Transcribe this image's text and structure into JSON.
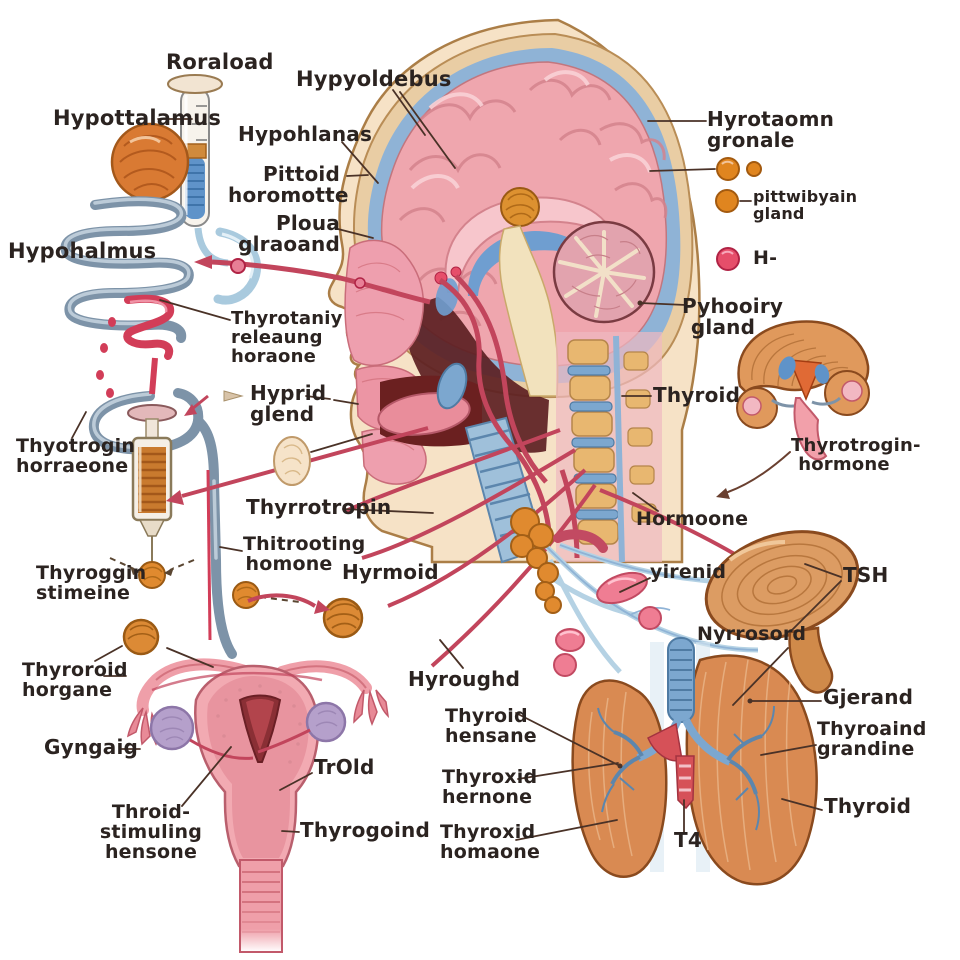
{
  "figure": {
    "kind": "anatomical-diagram",
    "subject": "hypothalamus-pituitary-thyroid axis (AI-generated, garbled labels)",
    "background": "#ffffff"
  },
  "labels": {
    "roraload": "Roraload",
    "hypottalamus": "Hypottalamus",
    "hypohalmus": "Hypohalmus",
    "hypyoldebus": "Hypyoldebus",
    "hypohlanas": "Hypohlanas",
    "pittoid_horomotte": "Pittoid\nhoromotte",
    "ploua_glraoand": "Ploua\nglraoand",
    "hyrotaomn_gronale": "Hyrotaomn\ngronale",
    "pittwibyain_gland": "pittwibyain\ngland",
    "h_dash": "H-",
    "thyrotaniy_releaung_horaone": "Thyrotaniy\nreleaung\nhoraone",
    "hyprid_glend": "Hyprid\nglend",
    "thyotrogin_horraeone": "Thyotrogin\nhorraeone",
    "thyroggin_stimeine": "Thyroggin\nstimeine",
    "thyrrotropin": "Thyrrotropin",
    "thitrooting_homone": "Thitrooting\nhomone",
    "hyrmoid": "Hyrmoid",
    "pyhooiry_gland": "Pyhooiry\ngland",
    "thyroid_neck": "Thyroid",
    "thyrotrogin_hormone": "Thyrotrogin-\nhormone",
    "hormoone": "Hormoone",
    "yirenid": "yirenid",
    "tsh": "TSH",
    "nyrrosord": "Nyrrosord",
    "thyroroid_horgane": "Thyroroid\nhorgane",
    "gyngaig": "Gyngaig",
    "throid_stimuling_hensone": "Throid-stimuling\nhensone",
    "trold": "TrOld",
    "thyrogoind": "Thyrogoind",
    "hyroughd": "Hyroughd",
    "thyroid_hensane": "Thyroid\nhensane",
    "thyroxid_hernone": "Thyroxid\nhernone",
    "thyroxid_homaone": "Thyroxid\nhomaone",
    "gjerand": "Gjerand",
    "thyroaind_grandine": "Thyroaind\ngrandine",
    "thyroid_lung": "Thyroid",
    "t4": "T4"
  },
  "palette": {
    "brain_pink": "#efa6ae",
    "brain_fold": "#d4838d",
    "skull_tan": "#e9cda4",
    "csf_blue": "#8fb3d6",
    "gland_orange": "#e0851f",
    "vessel_red": "#c2455c",
    "hormone_pink": "#e64e6a",
    "ovary_purple": "#b5a0cb",
    "lung_tan": "#d98a52",
    "trachea_blue": "#7ca7cf",
    "leader_brown": "#4a3227",
    "text": "#2b2320"
  }
}
